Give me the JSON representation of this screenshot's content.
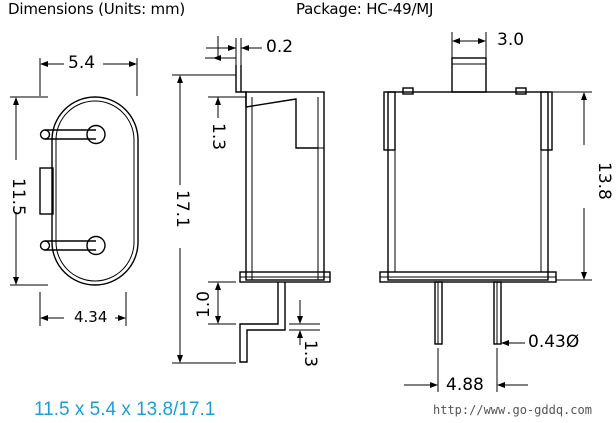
{
  "header": {
    "title": "Dimensions (Units: mm)",
    "package": "Package: HC-49/MJ"
  },
  "dimensions": {
    "top_view_width": "5.4",
    "top_view_height": "11.5",
    "pin_spacing": "4.34",
    "lead_thickness": "0.2",
    "body_offset": "1.3",
    "overall_height": "17.1",
    "lead_bend": "1.0",
    "lead_tail": "1.3",
    "top_tab_width": "3.0",
    "body_height": "13.8",
    "lead_diameter": "0.43Ø",
    "lead_pitch": "4.88"
  },
  "footer": {
    "summary": "11.5 x 5.4 x 13.8/17.1",
    "url": "http://www.go-gddq.com"
  }
}
